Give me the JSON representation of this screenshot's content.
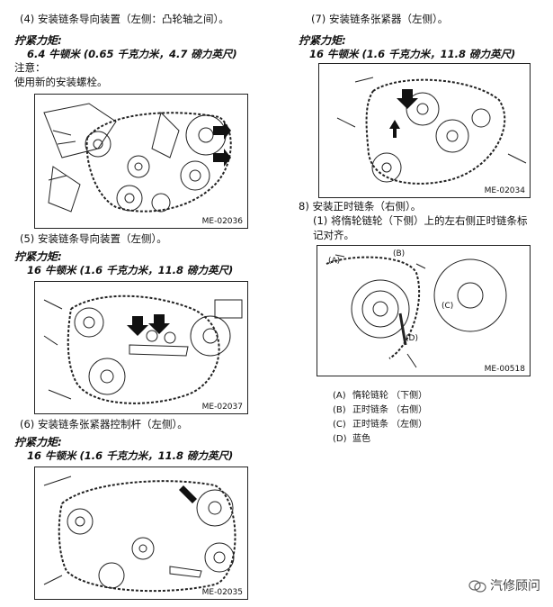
{
  "left": {
    "step4": "(4) 安装链条导向装置（左侧：凸轮轴之间）。",
    "torque_label": "拧紧力矩:",
    "torque4": "6.4 牛顿米 (0.65 千克力米，4.7 磅力英尺)",
    "note_label": "注意：",
    "note_text": "使用新的安装螺栓。",
    "fig1": "ME-02036",
    "step5": "(5) 安装链条导向装置（左侧）。",
    "torque5": "16 牛顿米 (1.6 千克力米，11.8 磅力英尺)",
    "fig2": "ME-02037",
    "step6": "(6) 安装链条张紧器控制杆（左侧）。",
    "torque6": "16 牛顿米 (1.6 千克力米，11.8 磅力英尺)",
    "fig3": "ME-02035"
  },
  "right": {
    "step7": "(7) 安装链条张紧器（左侧）。",
    "torque_label": "拧紧力矩:",
    "torque7": "16 牛顿米 (1.6 千克力米，11.8 磅力英尺)",
    "fig4": "ME-02034",
    "step8": "8) 安装正时链条（右侧）。",
    "step8_1_line1": "(1) 将惰轮链轮（下侧）上的左右侧正时链条标",
    "step8_1_line2": "记对齐。",
    "fig5": "ME-00518",
    "fig5_labels": {
      "a": "(A)",
      "b": "(B)",
      "c": "(C)",
      "d": "(D)"
    },
    "legend": [
      {
        "key": "(A)",
        "text": "惰轮链轮 （下侧）"
      },
      {
        "key": "(B)",
        "text": "正时链条 （右侧）"
      },
      {
        "key": "(C)",
        "text": "正时链条 （左侧）"
      },
      {
        "key": "(D)",
        "text": "蓝色"
      }
    ]
  },
  "watermark": "汽修顾问"
}
